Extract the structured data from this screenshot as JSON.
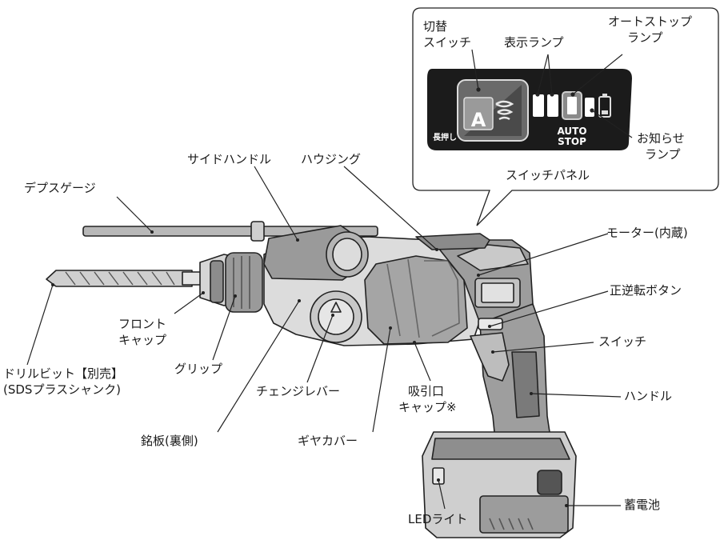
{
  "panel": {
    "title": "スイッチパネル",
    "switch_label_1": "切替",
    "switch_label_2": "スイッチ",
    "display_lamp": "表示ランプ",
    "autostop_lamp_1": "オートストップ",
    "autostop_lamp_2": "ランプ",
    "notice_lamp_1": "お知らせ",
    "notice_lamp_2": "ランプ",
    "long_press": "長押し",
    "mode_letter": "A",
    "auto_text": "AUTO",
    "stop_text": "STOP"
  },
  "labels": {
    "depth_gauge": "デプスゲージ",
    "side_handle": "サイドハンドル",
    "housing": "ハウジング",
    "motor": "モーター(内蔵)",
    "forward_reverse": "正逆転ボタン",
    "switch": "スイッチ",
    "handle": "ハンドル",
    "battery": "蓄電池",
    "led_light": "LEDライト",
    "suction_cap_1": "吸引口",
    "suction_cap_2": "キャップ※",
    "gear_cover": "ギヤカバー",
    "nameplate": "銘板(裏側)",
    "change_lever": "チェンジレバー",
    "grip": "グリップ",
    "front_cap_1": "フロント",
    "front_cap_2": "キャップ",
    "drill_bit_1": "ドリルビット【別売】",
    "drill_bit_2": "(SDSプラスシャンク)"
  },
  "colors": {
    "panel_bg": "#1b1b1b",
    "body_gray": "#d9d9d9",
    "dark_gray": "#8a8a8a",
    "outline": "#222222",
    "line": "#333333"
  }
}
